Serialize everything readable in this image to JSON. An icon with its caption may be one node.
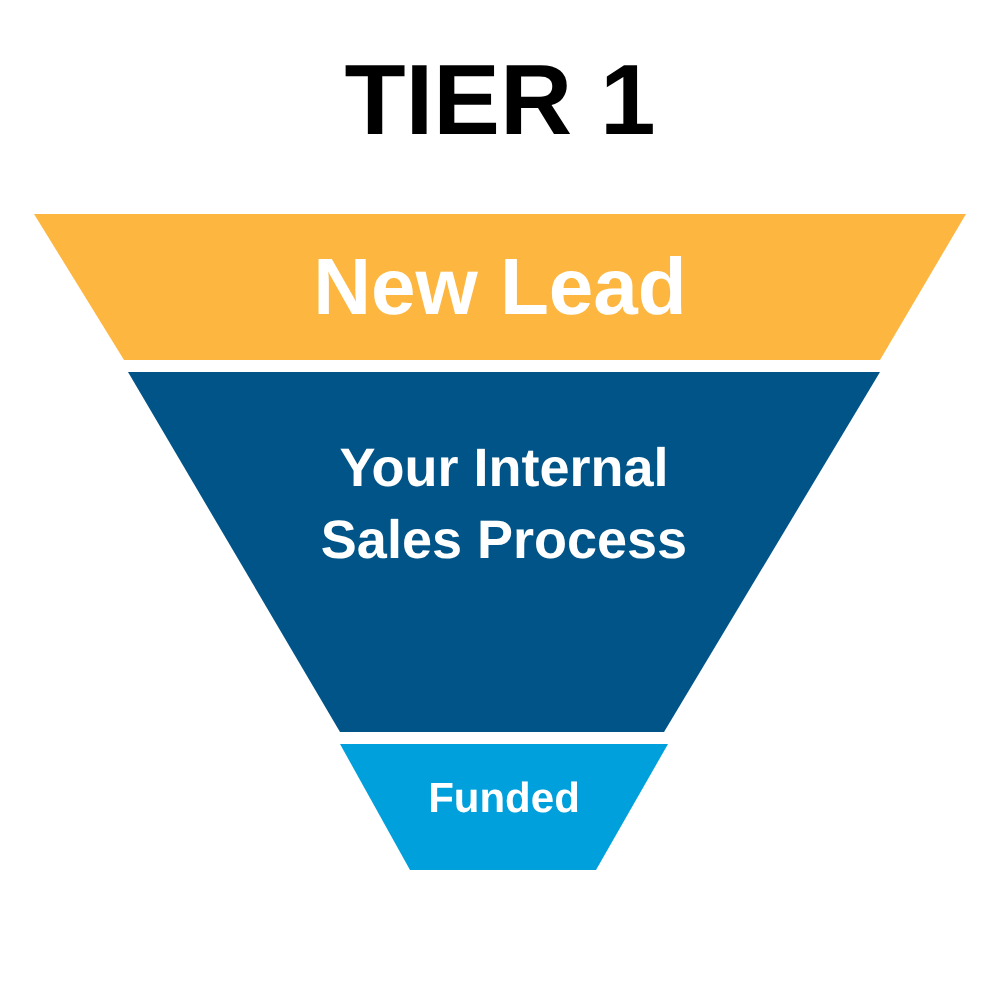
{
  "diagram": {
    "title": "TIER 1",
    "nodes": [
      {
        "text": [
          "New Lead"
        ]
      },
      {
        "text": [
          "Your Internal Sales Process"
        ]
      },
      {
        "text": [
          "Funded"
        ]
      }
    ]
  }
}
